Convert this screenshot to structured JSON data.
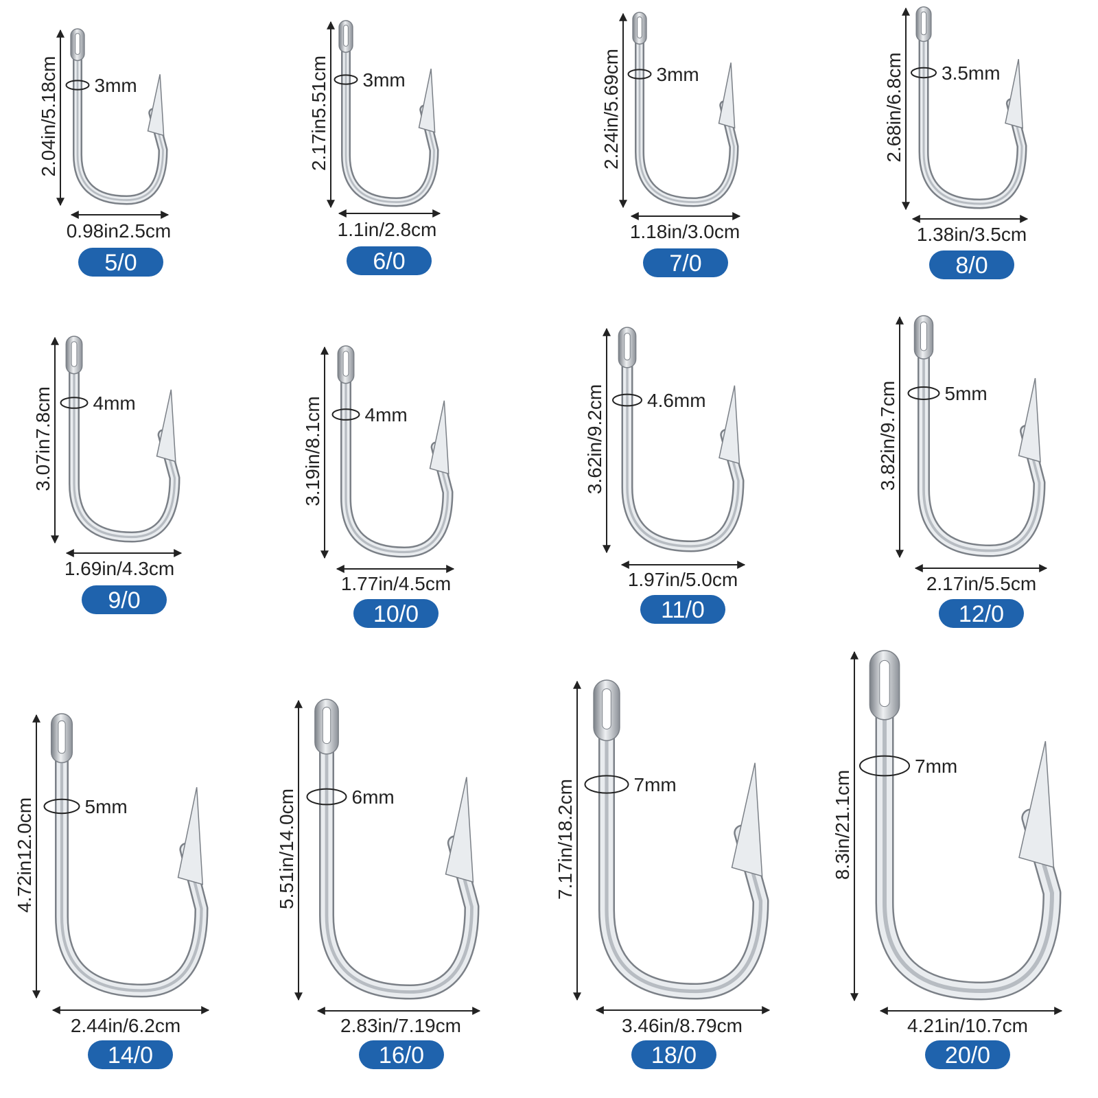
{
  "colors": {
    "badge": "#1f63ad",
    "badge_text": "#ffffff",
    "annotation": "#222222",
    "steel_light": "#e9ecef",
    "steel_mid": "#b7bcc2",
    "steel_dark": "#7b8087"
  },
  "hooks": [
    {
      "size": "5/0",
      "length": "2.04in/5.18cm",
      "width": "0.98in2.5cm",
      "wire": "3mm"
    },
    {
      "size": "6/0",
      "length": "2.17in5.51cm",
      "width": "1.1in/2.8cm",
      "wire": "3mm"
    },
    {
      "size": "7/0",
      "length": "2.24in/5.69cm",
      "width": "1.18in/3.0cm",
      "wire": "3mm"
    },
    {
      "size": "8/0",
      "length": "2.68in/6.8cm",
      "width": "1.38in/3.5cm",
      "wire": "3.5mm"
    },
    {
      "size": "9/0",
      "length": "3.07in7.8cm",
      "width": "1.69in/4.3cm",
      "wire": "4mm"
    },
    {
      "size": "10/0",
      "length": "3.19in/8.1cm",
      "width": "1.77in/4.5cm",
      "wire": "4mm"
    },
    {
      "size": "11/0",
      "length": "3.62in/9.2cm",
      "width": "1.97in/5.0cm",
      "wire": "4.6mm"
    },
    {
      "size": "12/0",
      "length": "3.82in/9.7cm",
      "width": "2.17in/5.5cm",
      "wire": "5mm"
    },
    {
      "size": "14/0",
      "length": "4.72in12.0cm",
      "width": "2.44in/6.2cm",
      "wire": "5mm"
    },
    {
      "size": "16/0",
      "length": "5.51in/14.0cm",
      "width": "2.83in/7.19cm",
      "wire": "6mm"
    },
    {
      "size": "18/0",
      "length": "7.17in/18.2cm",
      "width": "3.46in/8.79cm",
      "wire": "7mm"
    },
    {
      "size": "20/0",
      "length": "8.3in/21.1cm",
      "width": "4.21in/10.7cm",
      "wire": "7mm"
    }
  ]
}
